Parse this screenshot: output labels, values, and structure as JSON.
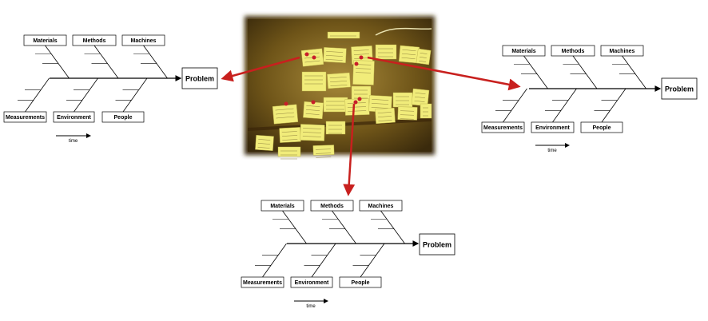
{
  "photo": {
    "description_icon": "sticky-notes-photo",
    "note_color": "#f1ec7a",
    "pin_color": "#c81e2a"
  },
  "arrows": {
    "color": "#c8201e"
  },
  "diagrams": [
    {
      "id": "left",
      "problem": "Problem",
      "top_categories": [
        "Materials",
        "Methods",
        "Machines"
      ],
      "bottom_categories": [
        "Measurements",
        "Environment",
        "People"
      ],
      "time_label": "time"
    },
    {
      "id": "right",
      "problem": "Problem",
      "top_categories": [
        "Materials",
        "Methods",
        "Machines"
      ],
      "bottom_categories": [
        "Measurements",
        "Environment",
        "People"
      ],
      "time_label": "time"
    },
    {
      "id": "bottom",
      "problem": "Problem",
      "top_categories": [
        "Materials",
        "Methods",
        "Machines"
      ],
      "bottom_categories": [
        "Measurements",
        "Environment",
        "People"
      ],
      "time_label": "time"
    }
  ]
}
